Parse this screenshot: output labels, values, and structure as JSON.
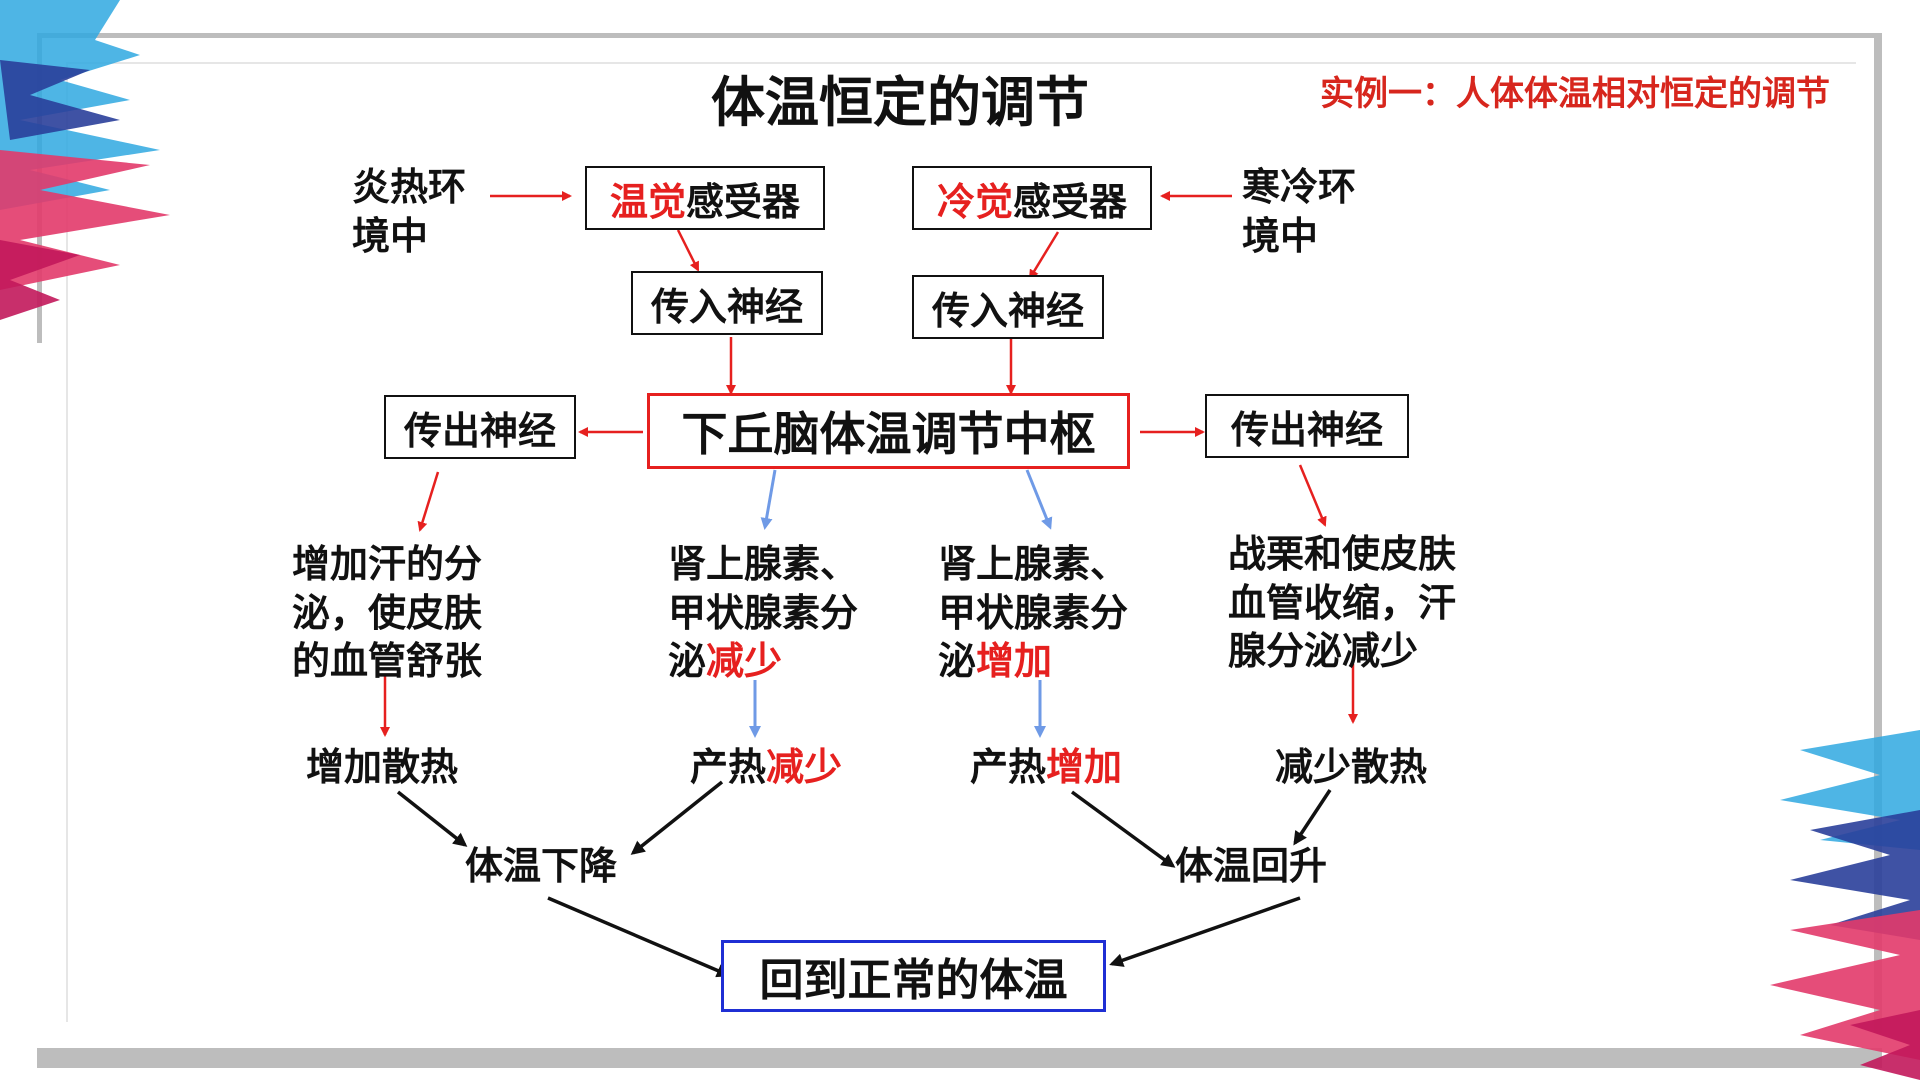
{
  "title": "体温恒定的调节",
  "subtitle": "实例一：人体体温相对恒定的调节",
  "left": {
    "environment": [
      "炎热环",
      "境中"
    ],
    "receptor_highlight": "温觉",
    "receptor_rest": "感受器",
    "afferent": "传入神经",
    "efferent": "传出神经",
    "effect1": [
      "增加汗的分",
      "泌，使皮肤",
      "的血管舒张"
    ],
    "effect2_lines": [
      "肾上腺素、",
      "甲状腺素分"
    ],
    "effect2_prefix": "泌",
    "effect2_highlight": "减少",
    "result1": "增加散热",
    "result2_prefix": "产热",
    "result2_highlight": "减少",
    "outcome": "体温下降"
  },
  "right": {
    "environment": [
      "寒冷环",
      "境中"
    ],
    "receptor_highlight": "冷觉",
    "receptor_rest": "感受器",
    "afferent": "传入神经",
    "efferent": "传出神经",
    "effect1_lines": [
      "肾上腺素、",
      "甲状腺素分"
    ],
    "effect1_prefix": "泌",
    "effect1_highlight": "增加",
    "effect2": [
      "战栗和使皮肤",
      "血管收缩，汗",
      "腺分泌减少"
    ],
    "result1_prefix": "产热",
    "result1_highlight": "增加",
    "result2": "减少散热",
    "outcome": "体温回升"
  },
  "center": "下丘脑体温调节中枢",
  "final": "回到正常的体温",
  "colors": {
    "highlight": "#e6201f",
    "subtitle": "#d7261d",
    "red_arrow": "#e6201f",
    "blue_arrow": "#6f9ae6",
    "black_arrow": "#111111",
    "center_border": "#e6201f",
    "final_border": "#1f2fd4"
  }
}
